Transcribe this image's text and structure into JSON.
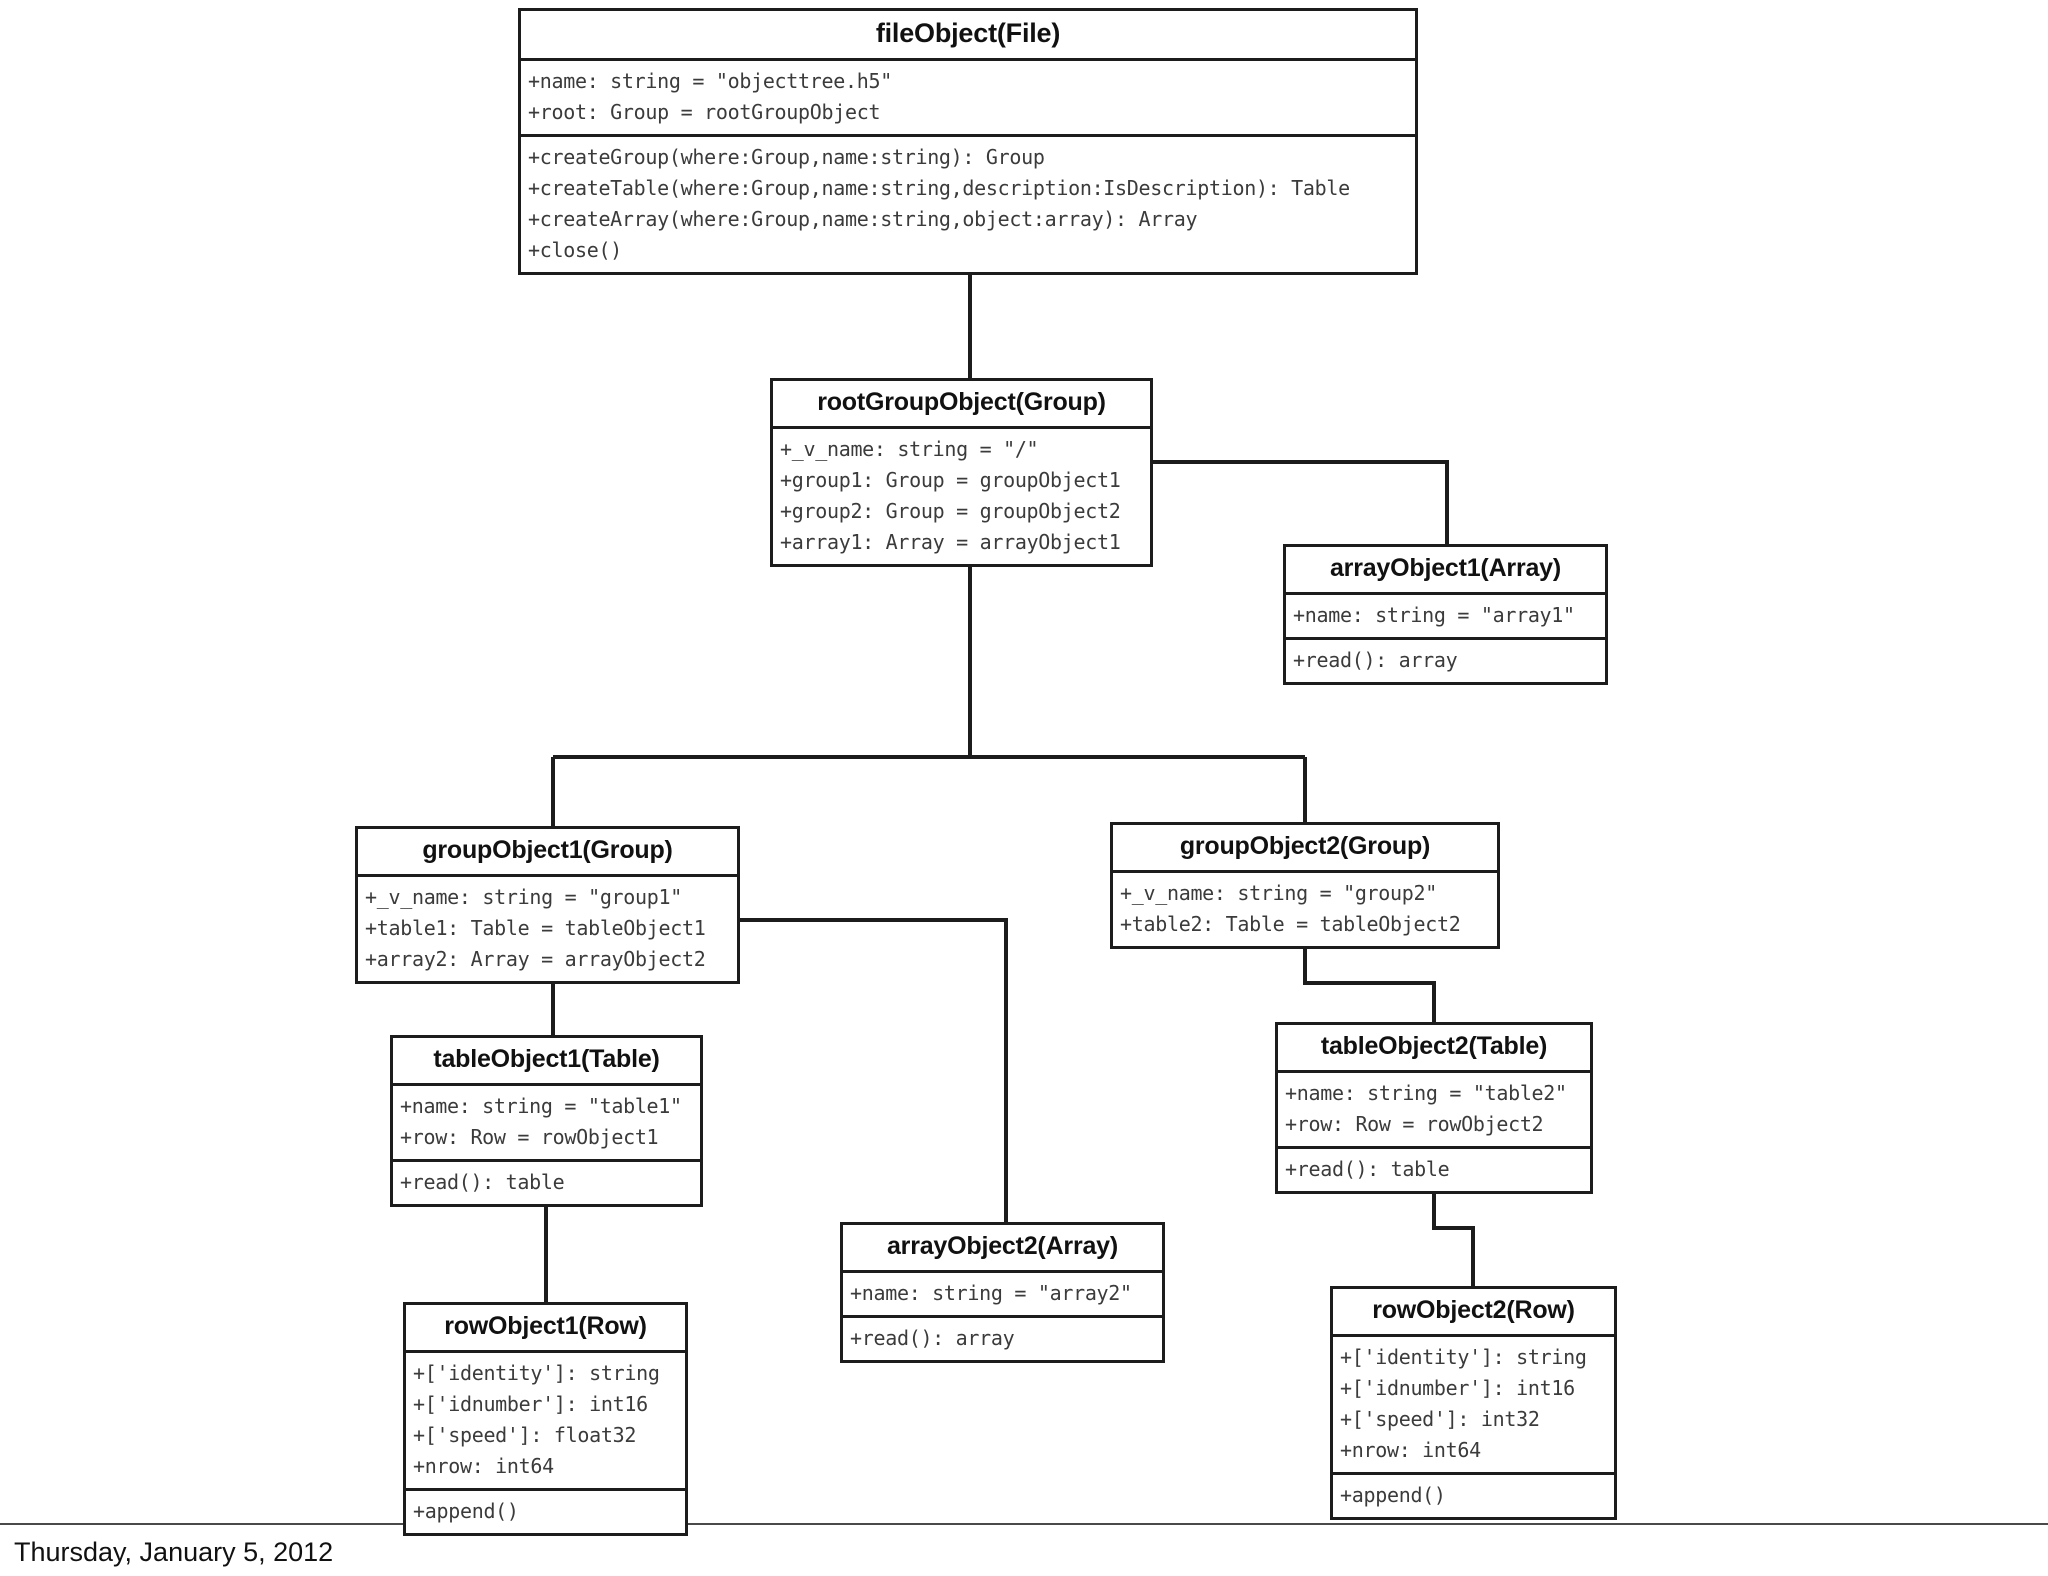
{
  "diagram": {
    "kind": "uml-object-diagram",
    "background_color": "#ffffff",
    "line_color": "#1c1c1c",
    "text_color": "#3b3b3b",
    "title_color": "#111111"
  },
  "nodes": {
    "fileObject": {
      "title": "fileObject(File)",
      "attributes": [
        "+name: string = \"objecttree.h5\"",
        "+root: Group = rootGroupObject"
      ],
      "operations": [
        "+createGroup(where:Group,name:string): Group",
        "+createTable(where:Group,name:string,description:IsDescription): Table",
        "+createArray(where:Group,name:string,object:array): Array",
        "+close()"
      ]
    },
    "rootGroupObject": {
      "title": "rootGroupObject(Group)",
      "attributes": [
        "+_v_name: string = \"/\"",
        "+group1: Group = groupObject1",
        "+group2: Group = groupObject2",
        "+array1: Array = arrayObject1"
      ],
      "operations": []
    },
    "arrayObject1": {
      "title": "arrayObject1(Array)",
      "attributes": [
        "+name: string = \"array1\""
      ],
      "operations": [
        "+read(): array"
      ]
    },
    "groupObject1": {
      "title": "groupObject1(Group)",
      "attributes": [
        "+_v_name: string = \"group1\"",
        "+table1: Table = tableObject1",
        "+array2: Array = arrayObject2"
      ],
      "operations": []
    },
    "groupObject2": {
      "title": "groupObject2(Group)",
      "attributes": [
        "+_v_name: string = \"group2\"",
        "+table2: Table = tableObject2"
      ],
      "operations": []
    },
    "tableObject1": {
      "title": "tableObject1(Table)",
      "attributes": [
        "+name: string = \"table1\"",
        "+row: Row = rowObject1"
      ],
      "operations": [
        "+read(): table"
      ]
    },
    "tableObject2": {
      "title": "tableObject2(Table)",
      "attributes": [
        "+name: string = \"table2\"",
        "+row: Row = rowObject2"
      ],
      "operations": [
        "+read(): table"
      ]
    },
    "arrayObject2": {
      "title": "arrayObject2(Array)",
      "attributes": [
        "+name: string = \"array2\""
      ],
      "operations": [
        "+read(): array"
      ]
    },
    "rowObject1": {
      "title": "rowObject1(Row)",
      "attributes": [
        "+['identity']: string",
        "+['idnumber']: int16",
        "+['speed']: float32",
        "+nrow: int64"
      ],
      "operations": [
        "+append()"
      ]
    },
    "rowObject2": {
      "title": "rowObject2(Row)",
      "attributes": [
        "+['identity']: string",
        "+['idnumber']: int16",
        "+['speed']: int32",
        "+nrow: int64"
      ],
      "operations": [
        "+append()"
      ]
    }
  },
  "edges": [
    {
      "from": "fileObject",
      "to": "rootGroupObject"
    },
    {
      "from": "rootGroupObject",
      "to": "arrayObject1"
    },
    {
      "from": "rootGroupObject",
      "to": "groupObject1"
    },
    {
      "from": "rootGroupObject",
      "to": "groupObject2"
    },
    {
      "from": "groupObject1",
      "to": "tableObject1"
    },
    {
      "from": "groupObject1",
      "to": "arrayObject2"
    },
    {
      "from": "groupObject2",
      "to": "tableObject2"
    },
    {
      "from": "tableObject1",
      "to": "rowObject1"
    },
    {
      "from": "tableObject2",
      "to": "rowObject2"
    }
  ],
  "footer": {
    "date": "Thursday, January 5, 2012"
  }
}
